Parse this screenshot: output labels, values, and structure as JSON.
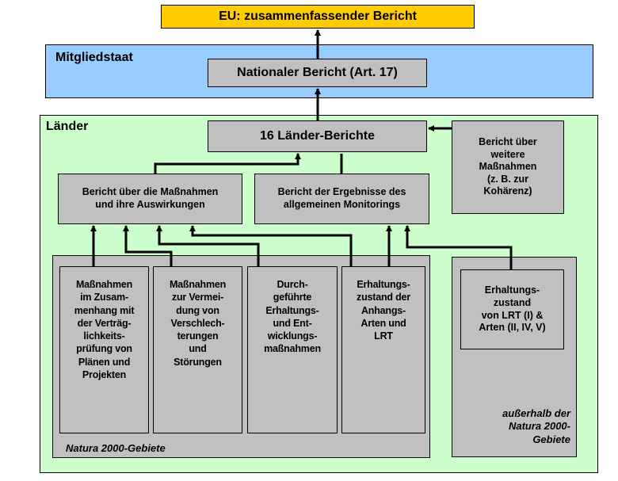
{
  "colors": {
    "eu_fill": "#ffcc00",
    "mitgliedstaat_fill": "#99ccff",
    "laender_fill": "#ccffcc",
    "box_fill": "#c0c0c0",
    "leaf_fill": "#c0c0c0"
  },
  "eu": {
    "label": "EU: zusammenfassender Bericht"
  },
  "mitgliedstaat": {
    "label": "Mitgliedstaat",
    "national_report": "Nationaler Bericht (Art. 17)"
  },
  "laender": {
    "label": "Länder",
    "sixteen_reports": "16 Länder-Berichte",
    "further_measures": "Bericht über\nweitere\nMaßnahmen\n(z. B. zur\nKohärenz)",
    "measures_report": "Bericht über die Maßnahmen\nund ihre Auswirkungen",
    "monitoring_report": "Bericht der Ergebnisse des\nallgemeinen Monitorings",
    "natura_label": "Natura 2000-Gebiete",
    "outside_label": "außerhalb der\nNatura 2000-\nGebiete",
    "leaves": [
      "Maßnahmen\nim Zusam-\nmenhang mit\nder Verträg-\nlichkeits-\nprüfung von\nPlänen und\nProjekten",
      "Maßnahmen\nzur Vermei-\ndung von\nVerschlech-\nterungen\nund\nStörungen",
      "Durch-\ngeführte\nErhaltungs-\nund Ent-\nwicklungs-\nmaßnahmen",
      "Erhaltungs-\nzustand der\nAnhangs-\nArten und\nLRT"
    ],
    "outside_leaf": "Erhaltungs-\nzustand\nvon LRT (I) &\nArten (II, IV, V)"
  }
}
